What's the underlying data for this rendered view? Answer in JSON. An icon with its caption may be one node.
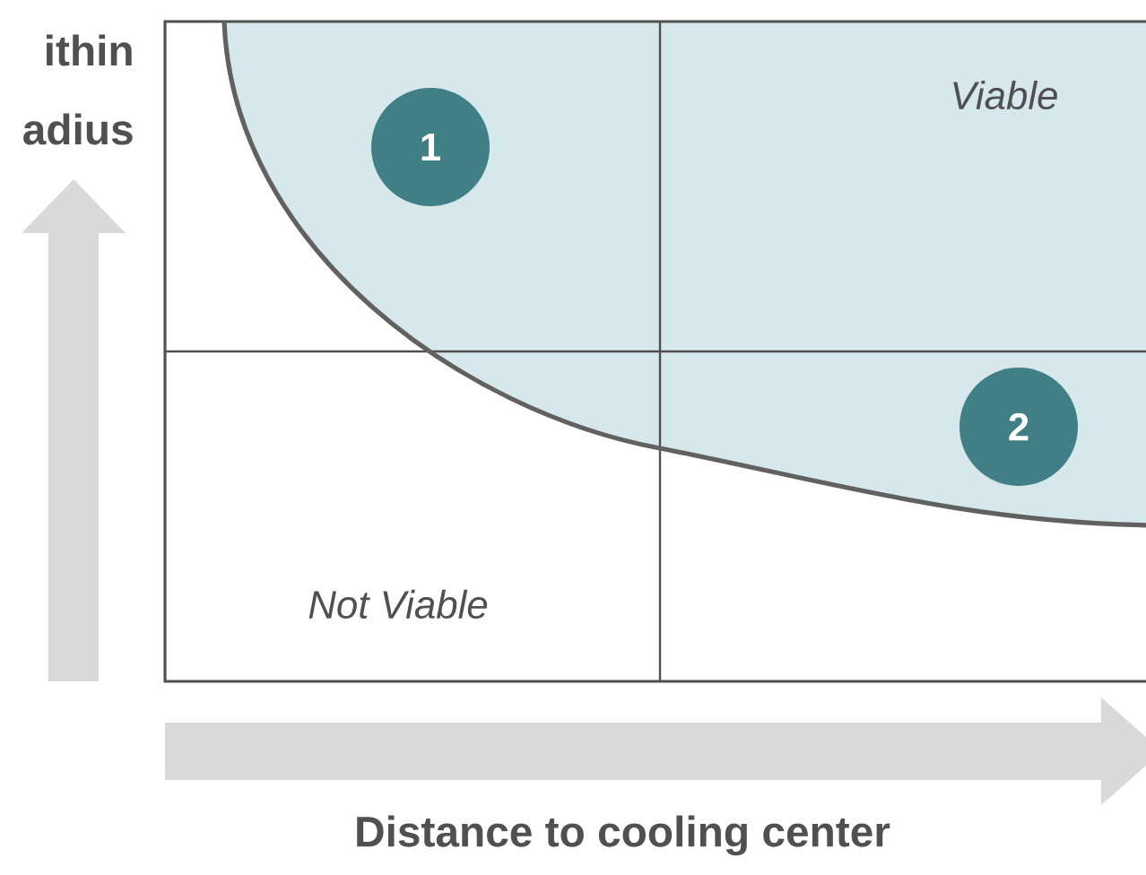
{
  "diagram": {
    "nodes": [
      {
        "text": [
          "1"
        ]
      },
      {
        "text": [
          "2"
        ]
      }
    ],
    "labels": [
      "ithin",
      "adius",
      "Viable",
      "Not Viable",
      "Distance to cooling center"
    ]
  }
}
